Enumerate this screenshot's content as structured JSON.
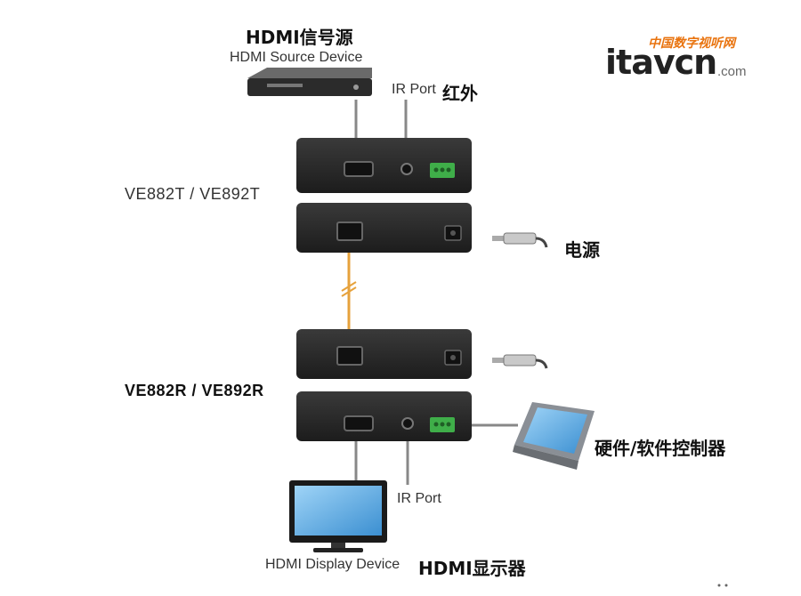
{
  "source": {
    "label_zh": "HDMI信号源",
    "label_en": "HDMI Source Device"
  },
  "ir_port_top": {
    "label": "IR Port",
    "label_zh": "红外"
  },
  "transmitter": {
    "model": "VE882T / VE892T"
  },
  "power": {
    "label_zh": "电源"
  },
  "receiver": {
    "model": "VE882R / VE892R"
  },
  "controller": {
    "label_zh": "硬件/软件控制器"
  },
  "ir_port_bottom": {
    "label": "IR Port"
  },
  "display": {
    "label_en": "HDMI Display Device",
    "label_zh": "HDMI显示器"
  },
  "logo": {
    "tagline_zh": "中国数字视听网",
    "name": "itavcn",
    "suffix": ".com"
  },
  "colors": {
    "box": "#2a2a2a",
    "cable": "#e6a23c",
    "port_green": "#3fae49",
    "line": "#888888"
  }
}
